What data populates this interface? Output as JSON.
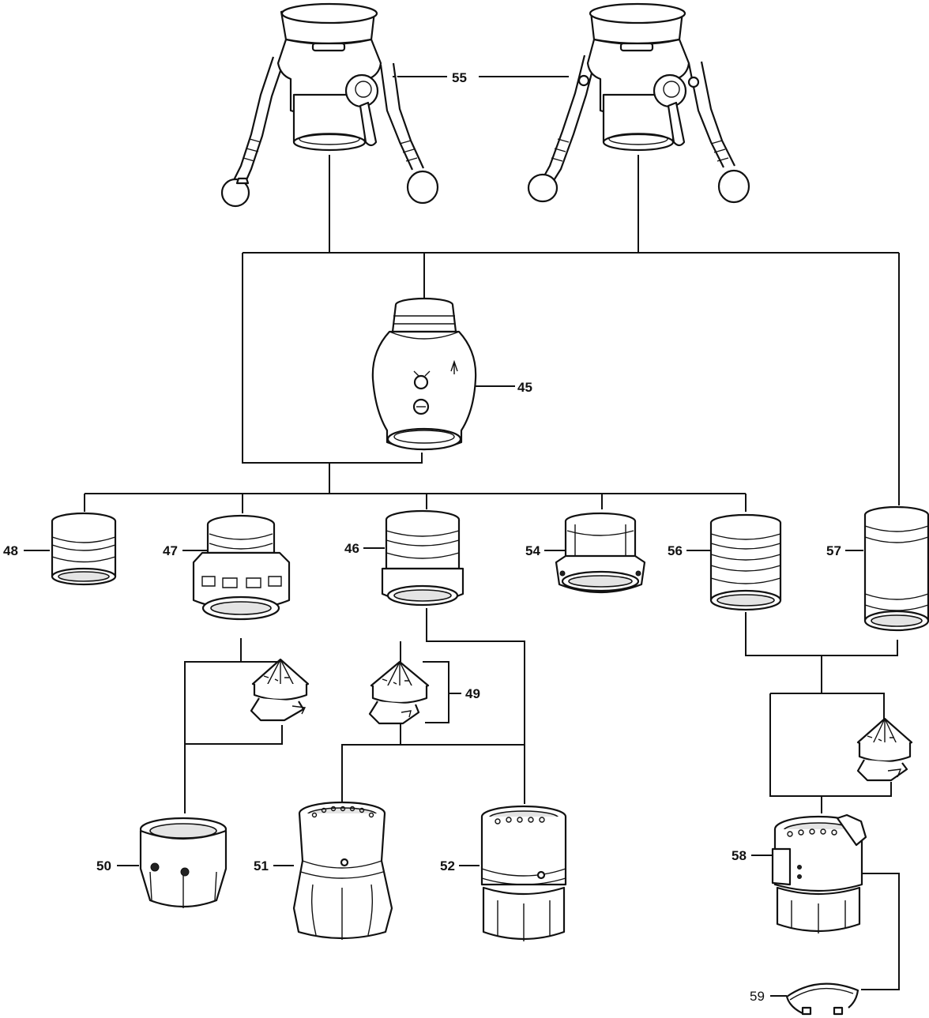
{
  "labels": {
    "p45": "45",
    "p46": "46",
    "p47": "47",
    "p48": "48",
    "p49": "49",
    "p50": "50",
    "p51": "51",
    "p52": "52",
    "p54": "54",
    "p55": "55",
    "p56": "56",
    "p57": "57",
    "p58": "58",
    "p59": "59"
  },
  "colors": {
    "line": "#111111",
    "background": "#ffffff",
    "shade": "#e4e4e4"
  }
}
